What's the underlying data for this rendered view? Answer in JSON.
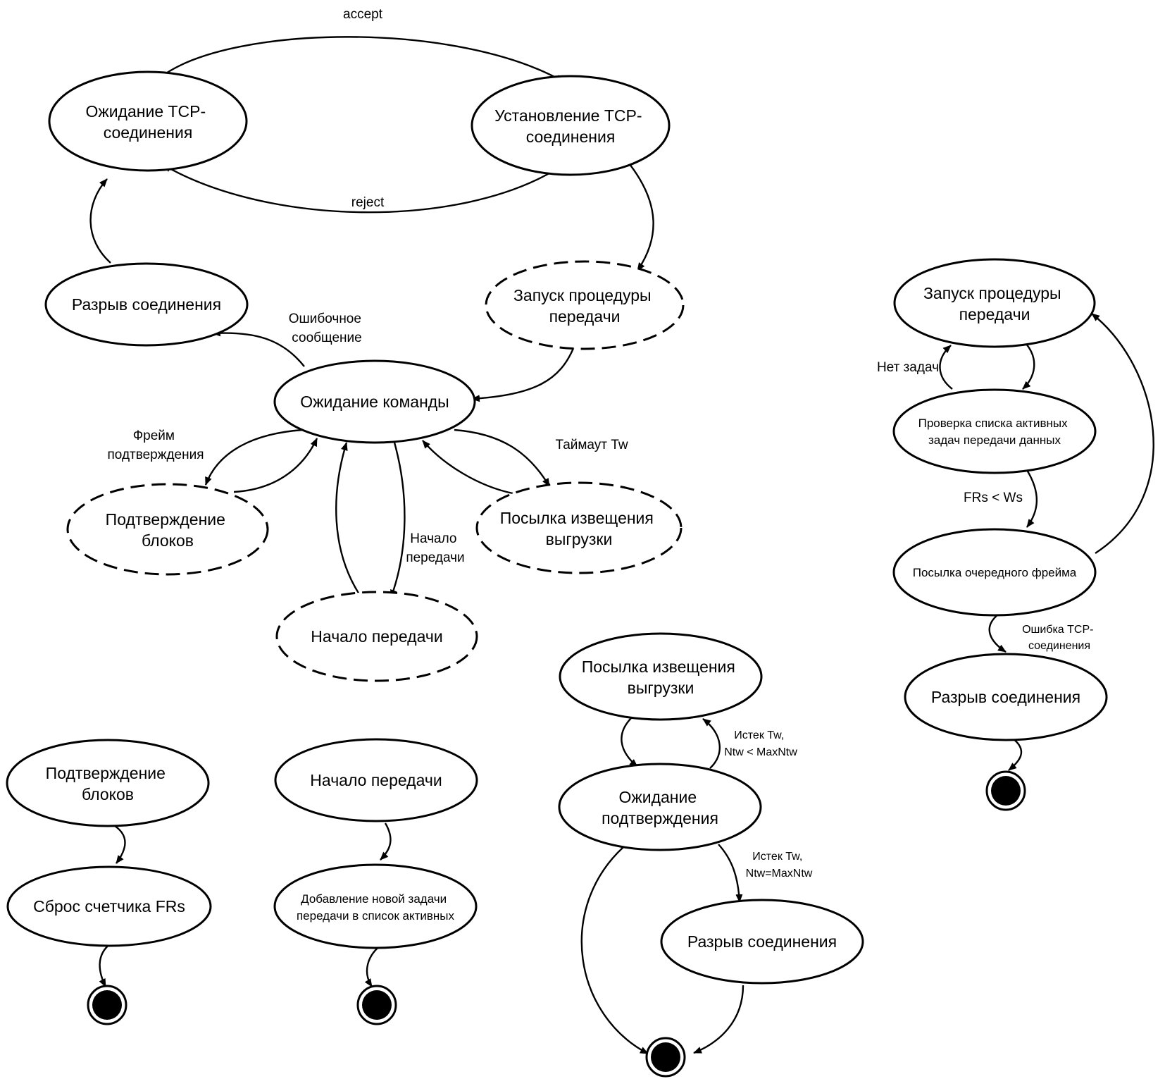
{
  "states": {
    "wait_tcp": [
      "Ожидание TCP-",
      "соединения"
    ],
    "establish_tcp": [
      "Установление TCP-",
      "соединения"
    ],
    "disconnect_1": [
      "Разрыв соединения"
    ],
    "start_proc_1": [
      "Запуск процедуры",
      "передачи"
    ],
    "wait_cmd": [
      "Ожидание команды"
    ],
    "confirm_blocks_1": [
      "Подтверждение",
      "блоков"
    ],
    "send_notice_1": [
      "Посылка извещения",
      "выгрузки"
    ],
    "start_transfer_1": [
      "Начало передачи"
    ],
    "confirm_blocks_2": [
      "Подтверждение",
      "блоков"
    ],
    "reset_counter": [
      "Сброс счетчика FRs"
    ],
    "start_transfer_2": [
      "Начало передачи"
    ],
    "add_task": [
      "Добавление новой задачи",
      "передачи в список активных"
    ],
    "send_notice_2": [
      "Посылка извещения",
      "выгрузки"
    ],
    "wait_confirm": [
      "Ожидание",
      "подтверждения"
    ],
    "disconnect_2": [
      "Разрыв соединения"
    ],
    "start_proc_2": [
      "Запуск процедуры",
      "передачи"
    ],
    "check_list": [
      "Проверка списка активных",
      "задач передачи данных"
    ],
    "send_next_frame": [
      "Посылка очередного фрейма"
    ],
    "disconnect_3": [
      "Разрыв соединения"
    ]
  },
  "transitions": {
    "accept": [
      "accept"
    ],
    "reject": [
      "reject"
    ],
    "error_msg": [
      "Ошибочное",
      "сообщение"
    ],
    "confirm_frame": [
      "Фрейм",
      "подтверждения"
    ],
    "timeout_tw": [
      "Таймаут Tw"
    ],
    "begin_transfer": [
      "Начало",
      "передачи"
    ],
    "no_tasks": [
      "Нет задач"
    ],
    "frs_lt_ws": [
      "FRs < Ws"
    ],
    "tcp_error": [
      "Ошибка TCP-",
      "соединения"
    ],
    "tw_expired_lt": [
      "Истек Tw,",
      "Ntw < MaxNtw"
    ],
    "tw_expired_eq": [
      "Истек Tw,",
      "Ntw=MaxNtw"
    ]
  }
}
